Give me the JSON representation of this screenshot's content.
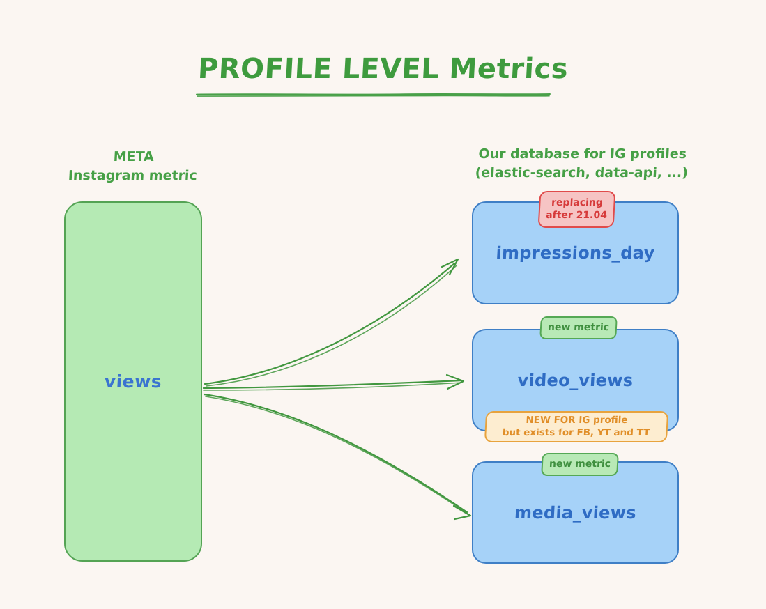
{
  "page": {
    "background_color": "#fbf6f2",
    "title": "PROFILE LEVEL Metrics",
    "title_color": "#3e9b3e"
  },
  "columns": {
    "left": {
      "caption_line1": "META",
      "caption_line2": "Instagram metric"
    },
    "right": {
      "caption_line1": "Our database for IG profiles",
      "caption_line2": "(elastic-search, data-api, ...)"
    }
  },
  "source": {
    "label": "views",
    "fill_color": "#b5eab4",
    "border_color": "#54a354",
    "text_color": "#3a74d0"
  },
  "targets": [
    {
      "label": "impressions_day",
      "fill_color": "#a6d2f8",
      "border_color": "#3f7fc6",
      "text_color": "#2f6cc4"
    },
    {
      "label": "video_views",
      "fill_color": "#a6d2f8",
      "border_color": "#3f7fc6",
      "text_color": "#2f6cc4"
    },
    {
      "label": "media_views",
      "fill_color": "#a6d2f8",
      "border_color": "#3f7fc6",
      "text_color": "#2f6cc4"
    }
  ],
  "badges": {
    "replacing": {
      "line1": "replacing",
      "line2": "after 21.04",
      "fill_color": "#f6c4c4",
      "border_color": "#e04b4b",
      "text_color": "#d63a3a"
    },
    "new_metric_video": {
      "line1": "new metric",
      "fill_color": "#b8e9b6",
      "border_color": "#55a855",
      "text_color": "#3f8f3f"
    },
    "new_metric_media": {
      "line1": "new metric",
      "fill_color": "#b8e9b6",
      "border_color": "#55a855",
      "text_color": "#3f8f3f"
    },
    "new_for_ig": {
      "line1": "NEW FOR IG profile",
      "line2": "but exists for FB, YT and TT",
      "fill_color": "#fdedd0",
      "border_color": "#e8a33d",
      "text_color": "#e08e28"
    }
  },
  "arrows": {
    "color": "#41973f",
    "count": 3,
    "from": "views",
    "to": [
      "impressions_day",
      "video_views",
      "media_views"
    ]
  }
}
